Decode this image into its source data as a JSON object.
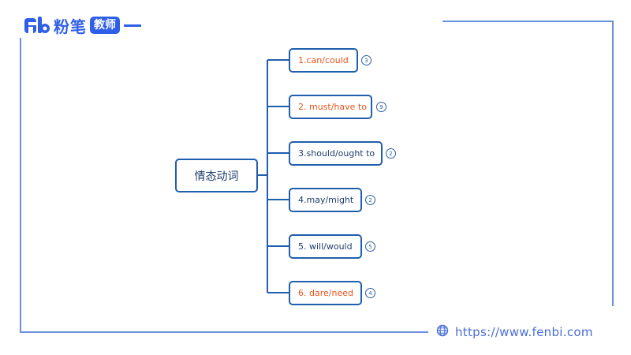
{
  "brand": {
    "name": "粉笔",
    "badge": "教师",
    "color": "#2f5fe8"
  },
  "footer": {
    "url": "https://www.fenbi.com",
    "icon": "globe-icon"
  },
  "mindmap": {
    "root": "情态动词",
    "line_color": "#1f5fad",
    "branches": [
      {
        "label": "1.can/could",
        "count": "3",
        "color": "orange"
      },
      {
        "label": "2. must/have to",
        "count": "9",
        "color": "orange"
      },
      {
        "label": "3.should/ought to",
        "count": "2",
        "color": "blue"
      },
      {
        "label": "4.may/might",
        "count": "2",
        "color": "blue"
      },
      {
        "label": "5. will/would",
        "count": "5",
        "color": "blue"
      },
      {
        "label": "6. dare/need",
        "count": "4",
        "color": "orange"
      }
    ]
  }
}
